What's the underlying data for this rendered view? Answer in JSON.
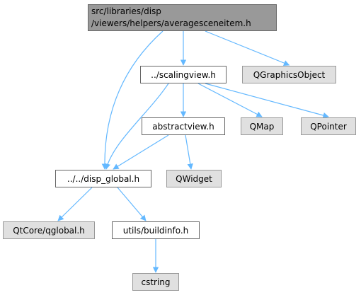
{
  "colors": {
    "edge": "#63b8ff",
    "root_fill": "#999999",
    "external_fill": "#e0e0e0",
    "node_border": "#666666"
  },
  "nodes": {
    "root": {
      "line1": "src/libraries/disp",
      "line2": "/viewers/helpers/averagesceneitem.h"
    },
    "scalingview": {
      "label": "../scalingview.h"
    },
    "qgraphicsobject": {
      "label": "QGraphicsObject"
    },
    "abstractview": {
      "label": "abstractview.h"
    },
    "qmap": {
      "label": "QMap"
    },
    "qpointer": {
      "label": "QPointer"
    },
    "dispglobal": {
      "label": "../../disp_global.h"
    },
    "qwidget": {
      "label": "QWidget"
    },
    "qtcore": {
      "label": "QtCore/qglobal.h"
    },
    "buildinfo": {
      "label": "utils/buildinfo.h"
    },
    "cstring": {
      "label": "cstring"
    }
  },
  "edges": [
    [
      "root",
      "scalingview"
    ],
    [
      "root",
      "qgraphicsobject"
    ],
    [
      "root",
      "dispglobal"
    ],
    [
      "scalingview",
      "abstractview"
    ],
    [
      "scalingview",
      "qmap"
    ],
    [
      "scalingview",
      "qpointer"
    ],
    [
      "scalingview",
      "dispglobal"
    ],
    [
      "abstractview",
      "dispglobal"
    ],
    [
      "abstractview",
      "qwidget"
    ],
    [
      "dispglobal",
      "qtcore"
    ],
    [
      "dispglobal",
      "buildinfo"
    ],
    [
      "buildinfo",
      "cstring"
    ]
  ]
}
